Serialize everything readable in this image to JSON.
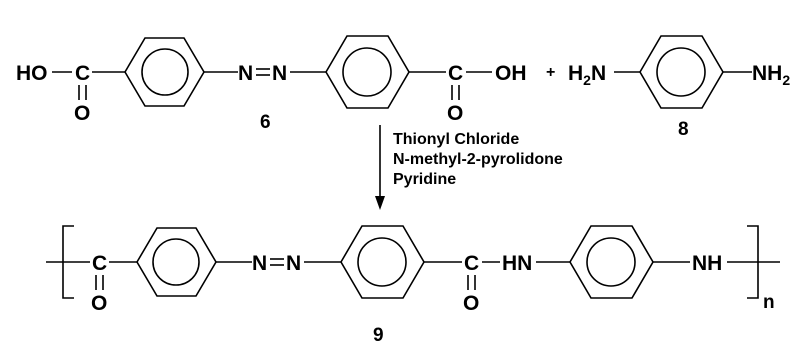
{
  "scheme": {
    "reactant_6": {
      "atoms": {
        "left_group": "HO",
        "left_carbon": "C",
        "left_oxygen": "O",
        "azo_n1": "N",
        "azo_n2": "N",
        "right_carbon": "C",
        "right_oxygen": "O",
        "right_group": "OH"
      },
      "label": "6"
    },
    "plus": "+",
    "reactant_8": {
      "atoms": {
        "left_amine": "H",
        "left_amine_sub": "2",
        "left_amine_n": "N",
        "right_amine": "NH",
        "right_amine_sub": "2"
      },
      "label": "8"
    },
    "conditions": [
      "Thionyl Chloride",
      "N-methyl-2-pyrolidone",
      "Pyridine"
    ],
    "product_9": {
      "atoms": {
        "carbon_1": "C",
        "oxygen_1": "O",
        "azo_n1": "N",
        "azo_n2": "N",
        "carbon_2": "C",
        "oxygen_2": "O",
        "amide_hn": "HN",
        "amine_nh": "NH"
      },
      "repeat": "n",
      "label": "9"
    }
  }
}
